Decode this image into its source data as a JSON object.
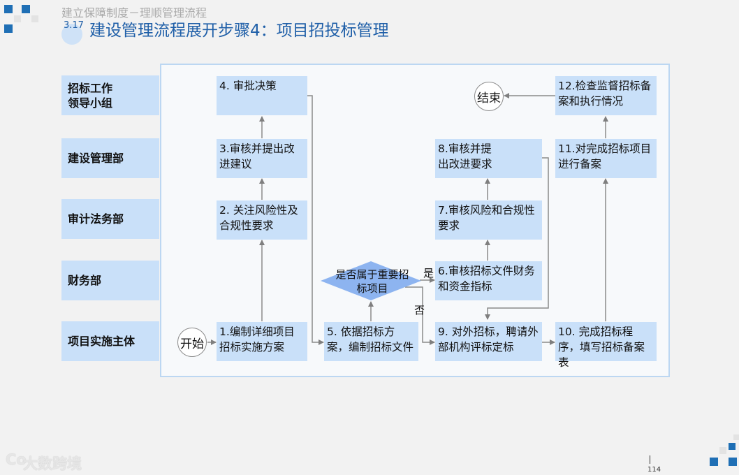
{
  "header": {
    "supertitle": "建立保障制度－理顺管理流程",
    "section_number": "3.17",
    "title": "建设管理流程展开步骤4：项目招投标管理"
  },
  "lanes": [
    "招标工作\n领导小组",
    "建设管理部",
    "审计法务部",
    "财务部",
    "项目实施主体"
  ],
  "steps": {
    "s1": "1.编制详细项目招标实施方案",
    "s2": "2. 关注风险性及合规性要求",
    "s3": "3.审核并提出改进建议",
    "s4": "4. 审批决策",
    "s5": "5. 依据招标方案，编制招标文件",
    "s6": "6.审核招标文件财务和资金指标",
    "s7": "7.审核风险和合规性要求",
    "s8": "8.审核并提出改进要求",
    "s9": "9. 对外招标，聘请外部机构评标定标",
    "s10": "10. 完成招标程序，填写招标备案表",
    "s11": "11.对完成招标项目进行备案",
    "s12": "12.检查监督招标备案和执行情况"
  },
  "start_label": "开始",
  "end_label": "结束",
  "decision": "是否属于重要招标项目",
  "yes_label": "是",
  "no_label": "否",
  "footer": {
    "page_number": "114",
    "watermark": "大数跨境",
    "watermark_logo": "Co"
  },
  "colors": {
    "lane_fill": "#c9e0f9",
    "decision_fill": "#8db4f0",
    "title": "#1f5fa8",
    "accent_square": "#1f6fb5",
    "frame_border": "#bcd7f2"
  }
}
